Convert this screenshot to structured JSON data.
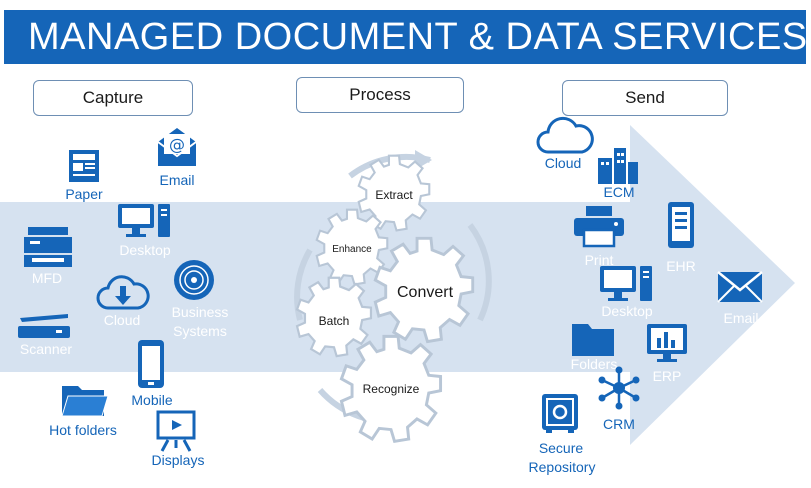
{
  "title": "MANAGED DOCUMENT & DATA SERVICES",
  "stages": {
    "capture": "Capture",
    "process": "Process",
    "send": "Send"
  },
  "capture_items": {
    "paper": "Paper",
    "email": "Email",
    "desktop": "Desktop",
    "mfd": "MFD",
    "business_systems_line1": "Business",
    "business_systems_line2": "Systems",
    "cloud": "Cloud",
    "scanner": "Scanner",
    "mobile": "Mobile",
    "hot_folders": "Hot folders",
    "displays": "Displays"
  },
  "process_gears": {
    "extract": "Extract",
    "enhance": "Enhance",
    "convert": "Convert",
    "batch": "Batch",
    "recognize": "Recognize"
  },
  "send_items": {
    "cloud": "Cloud",
    "ecm": "ECM",
    "print": "Print",
    "ehr": "EHR",
    "desktop": "Desktop",
    "email": "Email",
    "folders": "Folders",
    "erp": "ERP",
    "crm": "CRM",
    "secure_repository_line1": "Secure",
    "secure_repository_line2": "Repository"
  },
  "colors": {
    "title_bg": "#1565b8",
    "icon_blue": "#1565b8",
    "band": "#d6e2f0",
    "gear_stroke": "#b8c6d6"
  }
}
